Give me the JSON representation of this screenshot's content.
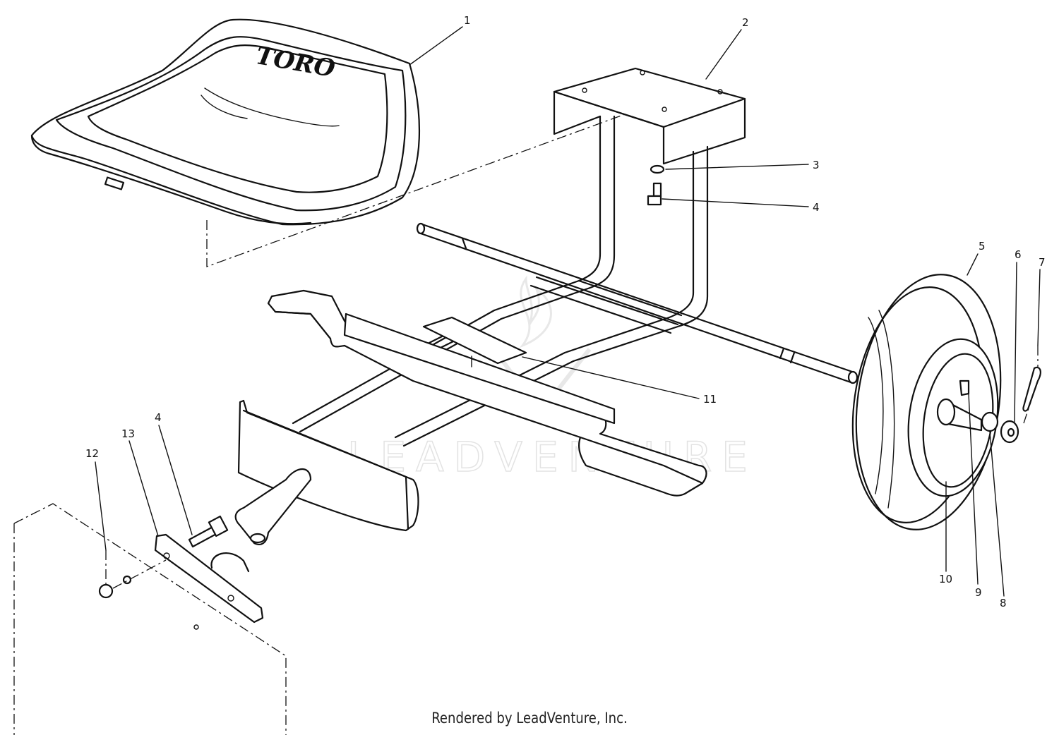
{
  "diagram": {
    "brand_text": "TORO",
    "watermark_text": "LEADVENTURE",
    "footer": "Rendered by LeadVenture, Inc.",
    "callouts": [
      "1",
      "2",
      "3",
      "4",
      "5",
      "6",
      "7",
      "4",
      "11",
      "13",
      "12",
      "10",
      "9",
      "8"
    ]
  }
}
